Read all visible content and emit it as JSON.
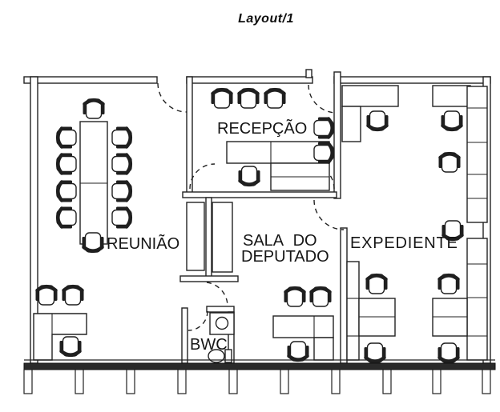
{
  "title": "Layout/1",
  "rooms": {
    "reuniao": "REUNIÃO",
    "recepcao": "RECEPÇÃO",
    "sala_do_deputado": {
      "line1": "SALA DO",
      "line2": "DEPUTADO"
    },
    "expediente": "EXPEDIENTE",
    "bwc": "BWC"
  },
  "colors": {
    "ink": "#222222",
    "paper": "#ffffff",
    "facade_band": "#2a2a2a"
  }
}
